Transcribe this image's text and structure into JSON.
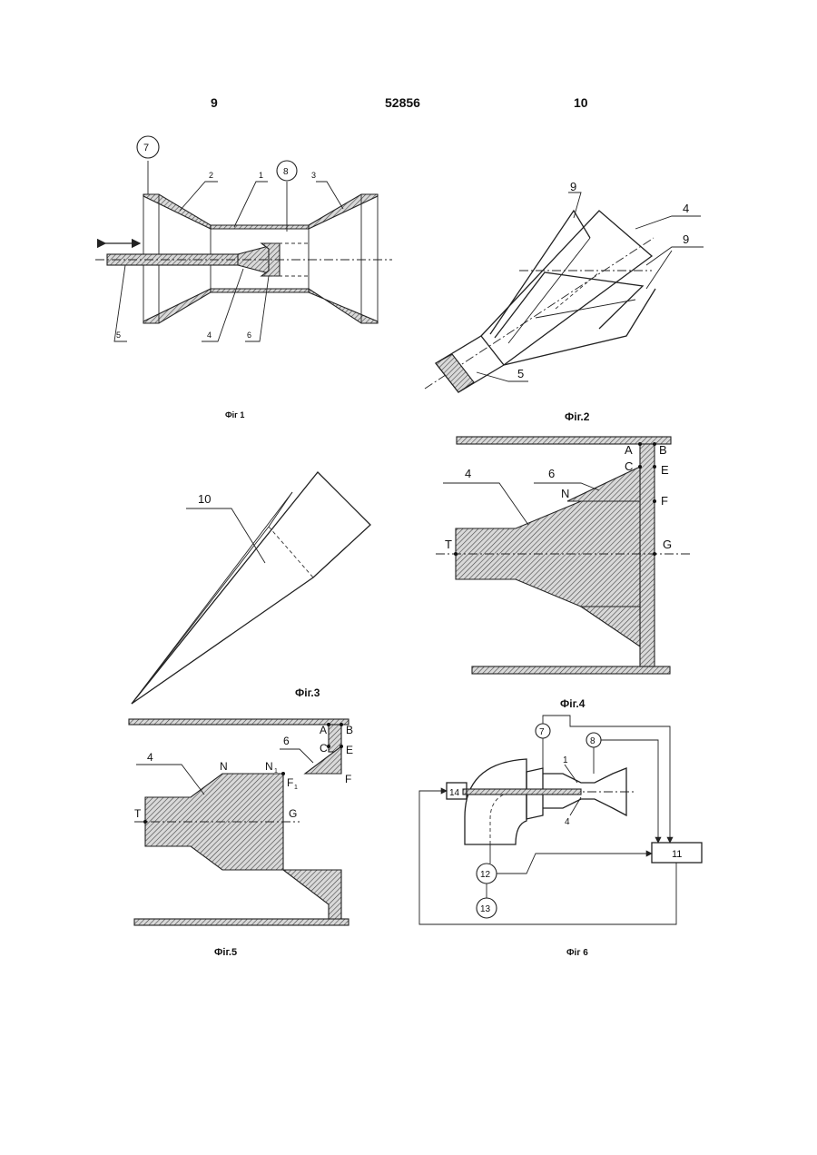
{
  "header": {
    "left_page": "9",
    "patent_number": "52856",
    "right_page": "10"
  },
  "figures": {
    "fig1": {
      "caption": "Фіг 1",
      "labels": [
        "7",
        "2",
        "1",
        "8",
        "3",
        "5",
        "4",
        "6"
      ]
    },
    "fig2": {
      "caption": "Фіг.2",
      "labels": [
        "9",
        "4",
        "9",
        "5"
      ]
    },
    "fig3": {
      "caption": "Фіг.3",
      "labels": [
        "10"
      ]
    },
    "fig4": {
      "caption": "Фіг.4",
      "labels": [
        "A",
        "B",
        "C",
        "E",
        "4",
        "6",
        "N",
        "F",
        "T",
        "G"
      ]
    },
    "fig5": {
      "caption": "Фіг.5",
      "labels": [
        "A",
        "B",
        "C",
        "E",
        "4",
        "6",
        "N",
        "N",
        "1",
        "F",
        "1",
        "F",
        "T",
        "G"
      ]
    },
    "fig6": {
      "caption": "Фіг 6",
      "labels": [
        "7",
        "8",
        "1",
        "14",
        "4",
        "11",
        "12",
        "13"
      ]
    }
  }
}
